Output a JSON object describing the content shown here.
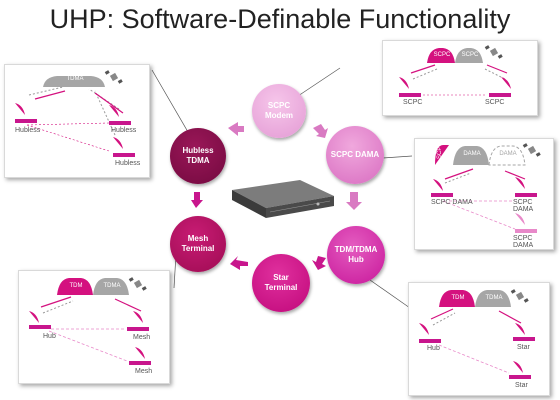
{
  "title": "UHP: Software-Definable Functionality",
  "nodes": {
    "scpc_modem": "SCPC\nModem",
    "scpc_dama": "SCPC DAMA",
    "tdm_tdma_hub": "TDM/TDMA\nHub",
    "star_terminal": "Star\nTerminal",
    "mesh_terminal": "Mesh\nTerminal",
    "hubless_tdma": "Hubless\nTDMA"
  },
  "panels": {
    "hubless": {
      "carrier": "TDMA",
      "site_labels": [
        "Hubless",
        "Hubless",
        "Hubless"
      ]
    },
    "scpc": {
      "carriers": [
        "SCPC",
        "SCPC"
      ],
      "site_labels": [
        "SCPC",
        "SCPC"
      ]
    },
    "scpc_dama": {
      "carriers": [
        "SCPC",
        "DAMA",
        "DAMA"
      ],
      "site_labels": [
        "SCPC DAMA",
        "SCPC DAMA",
        "SCPC DAMA"
      ]
    },
    "mesh": {
      "carriers": [
        "TDM",
        "TDMA"
      ],
      "site_labels": [
        "Hub",
        "Mesh",
        "Mesh"
      ]
    },
    "star": {
      "carriers": [
        "TDM",
        "TDMA"
      ],
      "site_labels": [
        "Hub",
        "Star",
        "Star"
      ]
    }
  },
  "colors": {
    "magenta": "#d4117f",
    "pink": "#e889c9",
    "gray": "#a6a6a6"
  },
  "icons": [
    "satellite-icon",
    "satellite-dish-icon",
    "modem-device-icon"
  ]
}
